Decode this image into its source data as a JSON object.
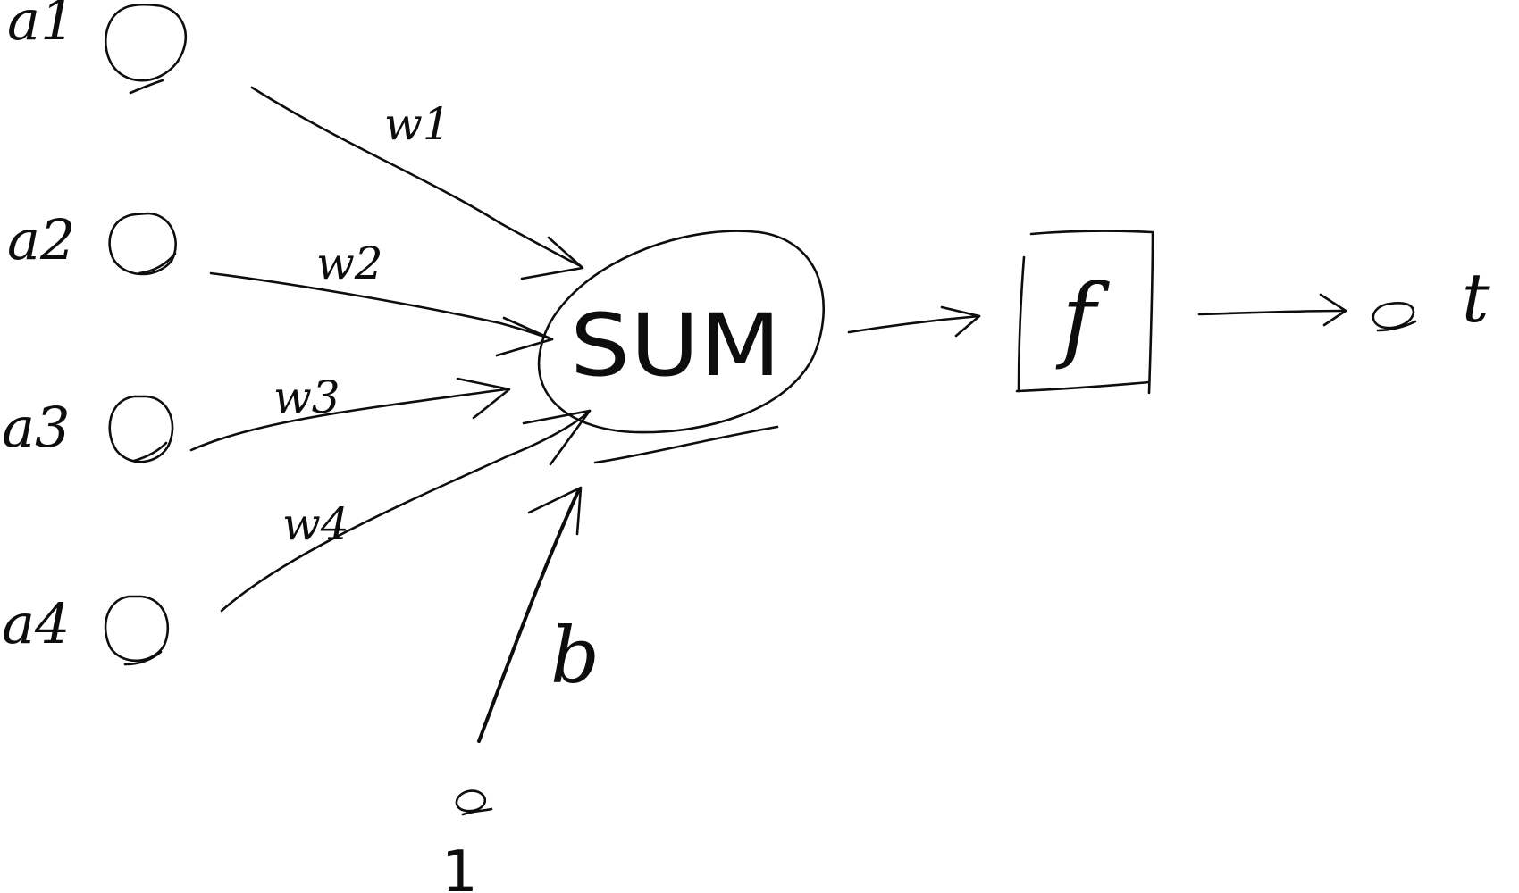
{
  "inputs": [
    {
      "label": "a1",
      "weight": "w1"
    },
    {
      "label": "a2",
      "weight": "w2"
    },
    {
      "label": "a3",
      "weight": "w3"
    },
    {
      "label": "a4",
      "weight": "w4"
    }
  ],
  "sum_node": {
    "label": "SUM"
  },
  "activation": {
    "label": "f"
  },
  "bias": {
    "label": "b",
    "input_value": "1"
  },
  "output": {
    "label": "t"
  }
}
